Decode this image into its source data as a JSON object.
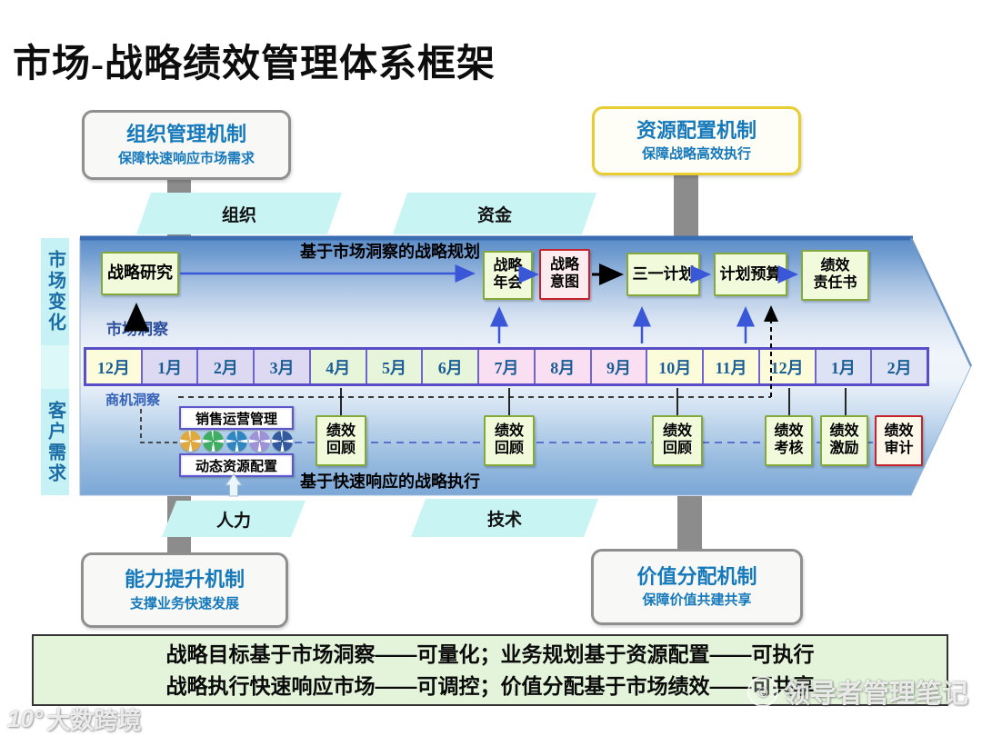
{
  "title": "市场-战略绩效管理体系框架",
  "mechanisms": {
    "top_left": {
      "title": "组织管理机制",
      "subtitle": "保障快速响应市场需求"
    },
    "top_right": {
      "title": "资源配置机制",
      "subtitle": "保障战略高效执行"
    },
    "bottom_left": {
      "title": "能力提升机制",
      "subtitle": "支撑业务快速发展"
    },
    "bottom_right": {
      "title": "价值分配机制",
      "subtitle": "保障价值共建共享"
    }
  },
  "resources": {
    "top_left_label": "组织",
    "top_right_label": "资金",
    "bottom_left_label": "人力",
    "bottom_right_label": "技术"
  },
  "band": {
    "left_label_top": "市场变化",
    "left_label_bottom": "客户需求",
    "planning_caption": "基于市场洞察的战略规划",
    "execution_caption": "基于快速响应的战略执行",
    "market_insight_label": "市场洞察",
    "opportunity_insight_label": "商机洞察",
    "top_flow": {
      "research": "战略研究",
      "annual_meeting": "战略\n年会",
      "intent": "战略\n意图",
      "plan_311": "三一计划",
      "budget": "计划预算",
      "responsibility": "绩效\n责任书"
    },
    "months": [
      {
        "label": "12月",
        "fill": "#fcfcda"
      },
      {
        "label": "1月",
        "fill": "#ded9f2"
      },
      {
        "label": "2月",
        "fill": "#ded9f2"
      },
      {
        "label": "3月",
        "fill": "#ded9f2"
      },
      {
        "label": "4月",
        "fill": "#e7f6da"
      },
      {
        "label": "5月",
        "fill": "#e7f6da"
      },
      {
        "label": "6月",
        "fill": "#e7f6da"
      },
      {
        "label": "7月",
        "fill": "#fadef2"
      },
      {
        "label": "8月",
        "fill": "#fadef2"
      },
      {
        "label": "9月",
        "fill": "#fadef2"
      },
      {
        "label": "10月",
        "fill": "#fcfcda"
      },
      {
        "label": "11月",
        "fill": "#fcfcda"
      },
      {
        "label": "12月",
        "fill": "#fcfcda"
      },
      {
        "label": "1月",
        "fill": "#dde2f4"
      },
      {
        "label": "2月",
        "fill": "#dde2f4"
      }
    ],
    "ops_top": "销售运营管理",
    "ops_bottom": "动态资源配置",
    "resource_icon_colors": [
      "#dfa93f",
      "#3fae62",
      "#2f86c0",
      "#9f93d8",
      "#33599f"
    ],
    "bottom_flow": {
      "review1": "绩效\n回顾",
      "review2": "绩效\n回顾",
      "review3": "绩效\n回顾",
      "appraisal": "绩效\n考核",
      "incentive": "绩效\n激励",
      "audit": "绩效\n审计"
    }
  },
  "banner": {
    "line1": "战略目标基于市场洞察——可量化；业务规划基于资源配置——可执行",
    "line2": "战略执行快速响应市场——可调控；价值分配基于市场绩效——可共享"
  },
  "watermarks": {
    "bottom_right": "领导者管理笔记",
    "bottom_left_mark": "10°",
    "bottom_left": "大数跨境"
  },
  "colors": {
    "band_top_blue": "#5c8dc8",
    "band_bottom_blue": "#7ba7d6",
    "month_border": "#5a4ec8",
    "green_box_border": "#84a93a",
    "red_box_border": "#c4232b",
    "mech_text_blue": "#1679bb",
    "yellow_border": "#e7cd2f",
    "cyan_fill": "#c9f4f4",
    "banner_green": "#e3f4da",
    "gray_bar": "#8c8c8c"
  }
}
